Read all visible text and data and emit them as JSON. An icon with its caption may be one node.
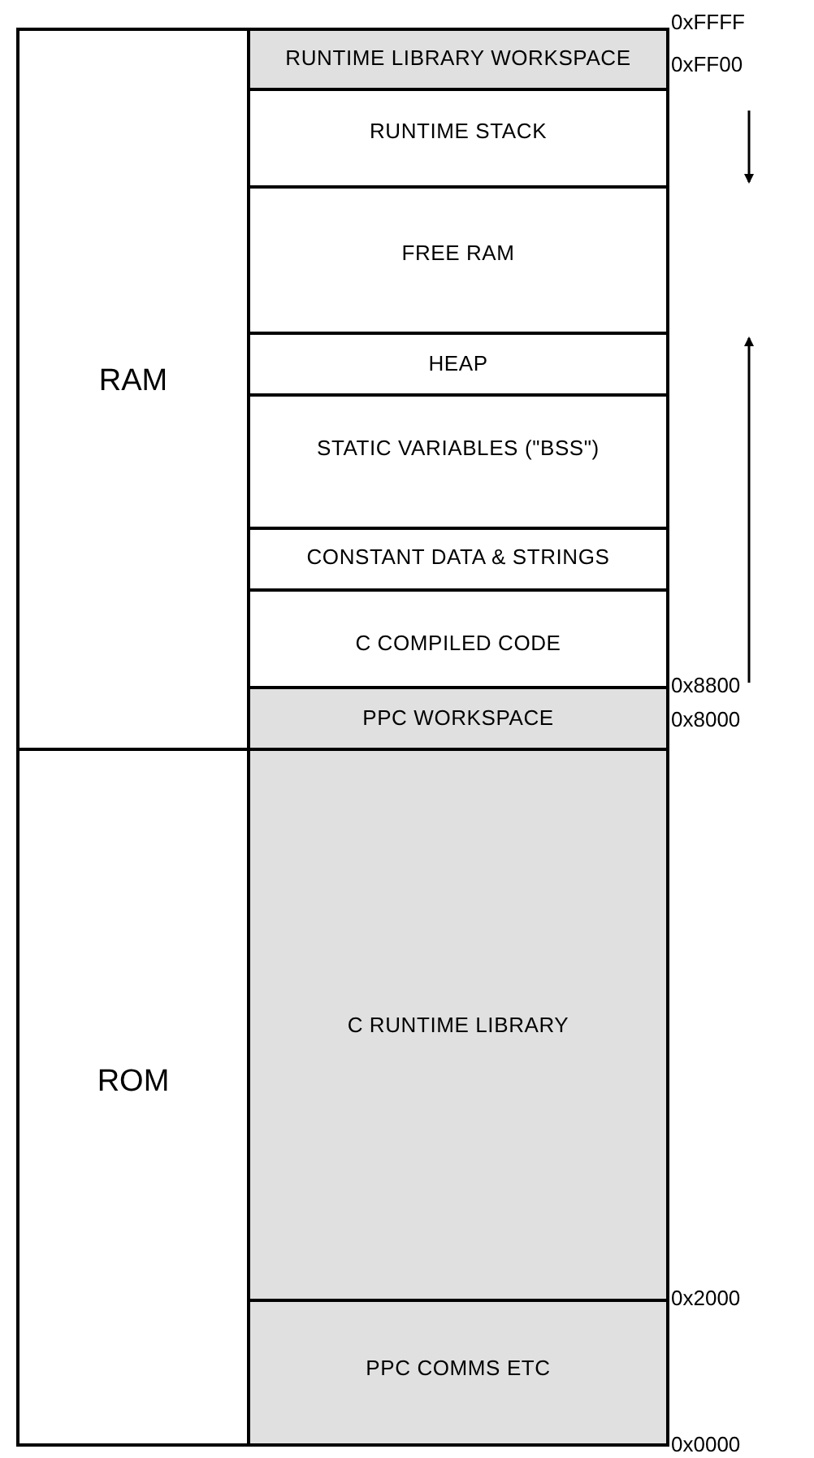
{
  "diagram": {
    "nodes": [
      {
        "text": [
          "RAM"
        ]
      },
      {
        "text": [
          "ROM"
        ]
      },
      {
        "text": [
          "RUNTIME LIBRARY WORKSPACE"
        ]
      },
      {
        "text": [
          "RUNTIME STACK"
        ]
      },
      {
        "text": [
          "FREE RAM"
        ]
      },
      {
        "text": [
          "HEAP"
        ]
      },
      {
        "text": [
          "STATIC VARIABLES (\"BSS\")"
        ]
      },
      {
        "text": [
          "CONSTANT DATA & STRINGS"
        ]
      },
      {
        "text": [
          "C COMPILED CODE"
        ]
      },
      {
        "text": [
          "PPC WORKSPACE"
        ]
      },
      {
        "text": [
          "C RUNTIME LIBRARY"
        ]
      },
      {
        "text": [
          "PPC COMMS ETC"
        ]
      }
    ],
    "edges": [],
    "labels": [
      "0xFFFF",
      "0xFF00",
      "0x8800",
      "0x8000",
      "0x2000",
      "0x0000"
    ]
  }
}
